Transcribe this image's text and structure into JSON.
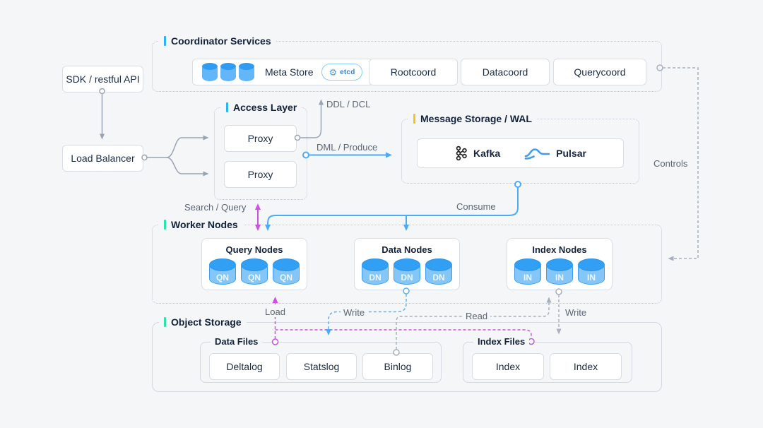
{
  "colors": {
    "background": "#f4f6f8",
    "accent_cyan": "#2bb3f3",
    "accent_yellow": "#f3c51f",
    "accent_green": "#30e2a4",
    "arrow_blue": "#4babf7",
    "arrow_magenta": "#cb52e3",
    "arrow_gray": "#99a3b1",
    "cylinder_blue": "#31a0f4"
  },
  "nodes": {
    "sdk_api": "SDK / restful API",
    "load_balancer": "Load Balancer"
  },
  "coordinator": {
    "title": "Coordinator Services",
    "meta_store": {
      "label": "Meta Store",
      "badge": "etcd"
    },
    "services": [
      "Rootcoord",
      "Datacoord",
      "Querycoord"
    ]
  },
  "access_layer": {
    "title": "Access Layer",
    "proxies": [
      "Proxy",
      "Proxy"
    ]
  },
  "message_storage": {
    "title": "Message Storage / WAL",
    "engines": [
      "Kafka",
      "Pulsar"
    ]
  },
  "worker_nodes": {
    "title": "Worker Nodes",
    "groups": [
      {
        "title": "Query Nodes",
        "node_label": "QN"
      },
      {
        "title": "Data Nodes",
        "node_label": "DN"
      },
      {
        "title": "Index Nodes",
        "node_label": "IN"
      }
    ]
  },
  "object_storage": {
    "title": "Object Storage",
    "data_files": {
      "title": "Data Files",
      "files": [
        "Deltalog",
        "Statslog",
        "Binlog"
      ]
    },
    "index_files": {
      "title": "Index Files",
      "files": [
        "Index",
        "Index"
      ]
    }
  },
  "edge_labels": {
    "ddl_dcl": "DDL / DCL",
    "dml_produce": "DML / Produce",
    "search_query": "Search / Query",
    "consume": "Consume",
    "controls": "Controls",
    "load": "Load",
    "write_data": "Write",
    "read": "Read",
    "write_index": "Write"
  }
}
